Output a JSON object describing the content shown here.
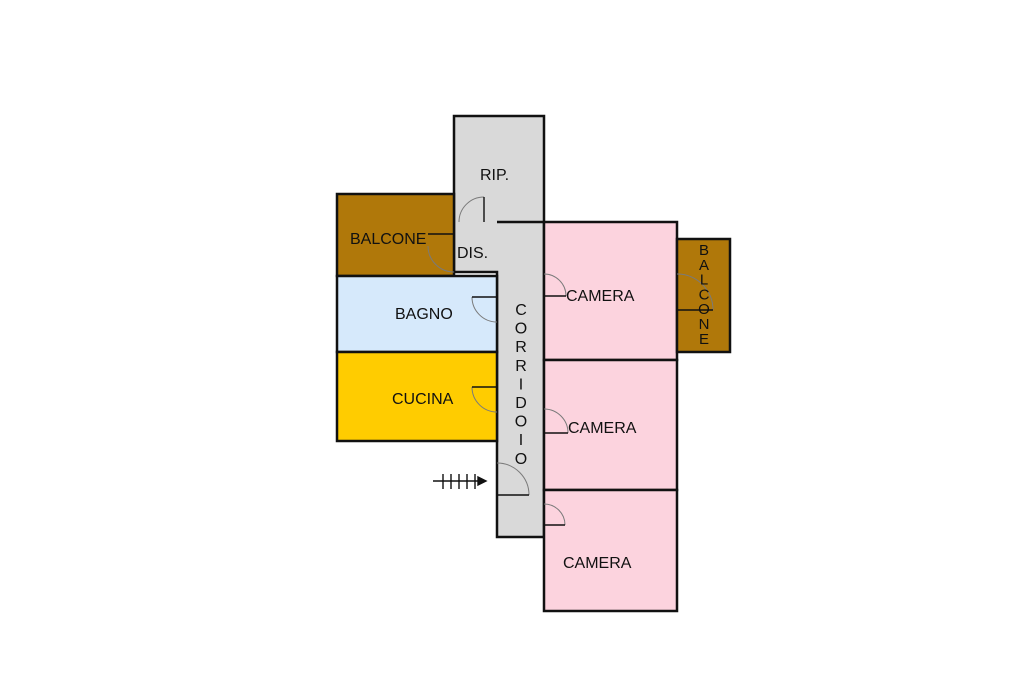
{
  "colors": {
    "corridor": "#d9d9d9",
    "balcony": "#b0780a",
    "bathroom": "#d6e9fb",
    "kitchen": "#ffcc00",
    "bedroom": "#fcd3de",
    "walls": "#111111"
  },
  "rooms": {
    "ripostiglio": "RIP.",
    "disimpegno": "DIS.",
    "balcone_west": "BALCONE",
    "bagno": "BAGNO",
    "cucina": "CUCINA",
    "camera_1": "CAMERA",
    "camera_2": "CAMERA",
    "camera_3": "CAMERA",
    "corridoio_letters": [
      "C",
      "O",
      "R",
      "R",
      "I",
      "D",
      "O",
      "I",
      "O"
    ],
    "balcone_east_letters": [
      "B",
      "A",
      "L",
      "C",
      "O",
      "N",
      "E"
    ]
  },
  "icons": {
    "entrance": "entrance-arrow-icon"
  }
}
